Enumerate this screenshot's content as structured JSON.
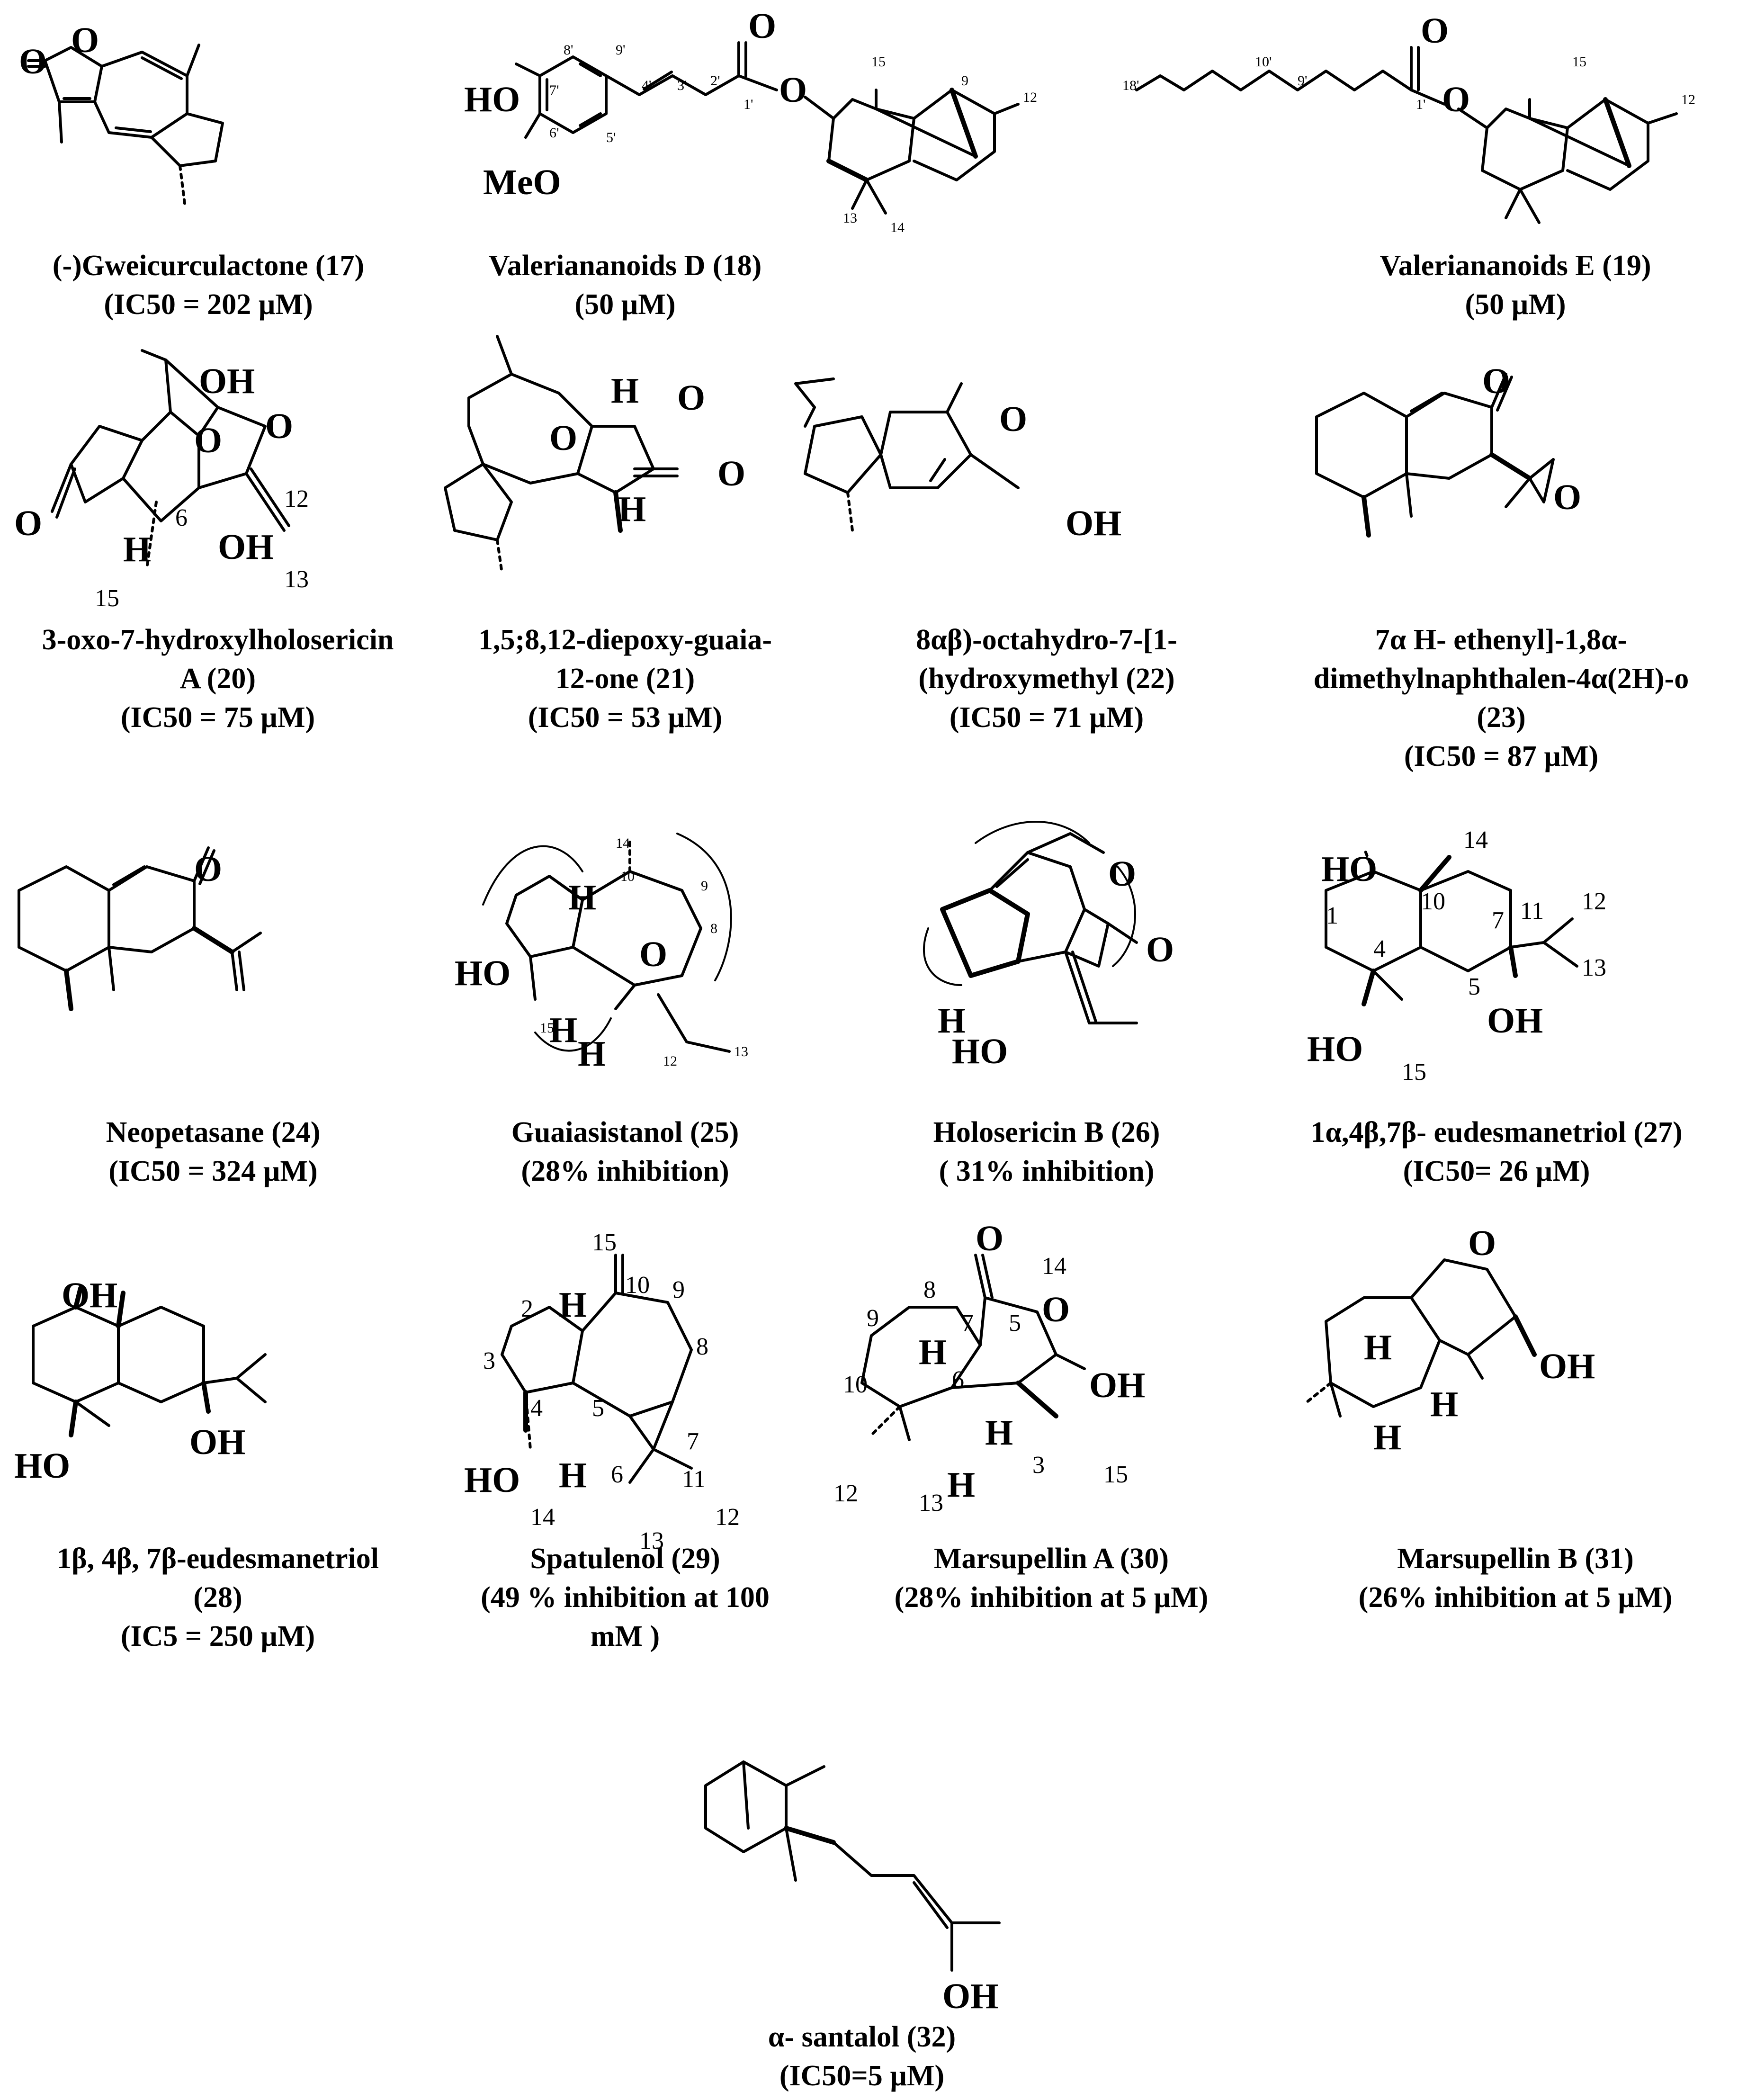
{
  "figure": {
    "compounds": [
      {
        "id": "c17",
        "caption": [
          "(-)Gweicurculactone (17)",
          "(IC50 = 202 µM)"
        ]
      },
      {
        "id": "c18",
        "caption": [
          "Valeriananoids D (18)",
          "(50 µM)"
        ]
      },
      {
        "id": "c19",
        "caption": [
          "Valeriananoids E  (19)",
          "(50 µM)"
        ]
      },
      {
        "id": "c20",
        "caption": [
          "3-oxo-7-hydroxylholosericin",
          "A (20)",
          "(IC50 = 75 µM)"
        ]
      },
      {
        "id": "c21",
        "caption": [
          "1,5;8,12-diepoxy-guaia-",
          "12-one (21)",
          "(IC50 = 53  µM)"
        ]
      },
      {
        "id": "c22",
        "caption": [
          "8αβ)-octahydro-7-[1-",
          "(hydroxymethyl (22)",
          "(IC50 = 71 µM)"
        ]
      },
      {
        "id": "c23",
        "caption": [
          "7α H- ethenyl]-1,8α-",
          "dimethylnaphthalen-4α(2H)-o",
          "(23)",
          "(IC50 = 87  µM)"
        ]
      },
      {
        "id": "c24",
        "caption": [
          "Neopetasane (24)",
          "(IC50  = 324 µM)"
        ]
      },
      {
        "id": "c25",
        "caption": [
          "Guaiasistanol (25)",
          "(28% inhibition)"
        ]
      },
      {
        "id": "c26",
        "caption": [
          "Holosericin B (26)",
          "( 31% inhibition)"
        ]
      },
      {
        "id": "c27",
        "caption": [
          "1α,4β,7β- eudesmanetriol (27)",
          "(IC50= 26 µM)"
        ]
      },
      {
        "id": "c28",
        "caption": [
          "1β, 4β, 7β-eudesmanetriol",
          "(28)",
          "(IC5  = 250 µM)"
        ]
      },
      {
        "id": "c29",
        "caption": [
          "Spatulenol (29)",
          "(49 % inhibition at 100",
          "mM )"
        ]
      },
      {
        "id": "c30",
        "caption": [
          "Marsupellin A (30)",
          "(28% inhibition at 5 µM)"
        ]
      },
      {
        "id": "c31",
        "caption": [
          "Marsupellin B (31)",
          "(26% inhibition at 5 µM)"
        ]
      },
      {
        "id": "c32",
        "caption": [
          "α- santalol (32)",
          "(IC50=5 µM)"
        ]
      }
    ],
    "atoms": {
      "O": "O",
      "OH": "OH",
      "HO": "HO",
      "MeO": "MeO",
      "H": "H"
    },
    "numbers": {
      "n1": "1",
      "n2": "2",
      "n3": "3",
      "n4": "4",
      "n5": "5",
      "n6": "6",
      "n7": "7",
      "n8": "8",
      "n9": "9",
      "n10": "10",
      "n11": "11",
      "n12": "12",
      "n13": "13",
      "n14": "14",
      "n15": "15",
      "n1p": "1'",
      "n2p": "2'",
      "n3p": "3'",
      "n4p": "4'",
      "n5p": "5'",
      "n6p": "6'",
      "n7p": "7'",
      "n8p": "8'",
      "n9p": "9'",
      "n10p": "10'",
      "n18p": "18'"
    }
  }
}
